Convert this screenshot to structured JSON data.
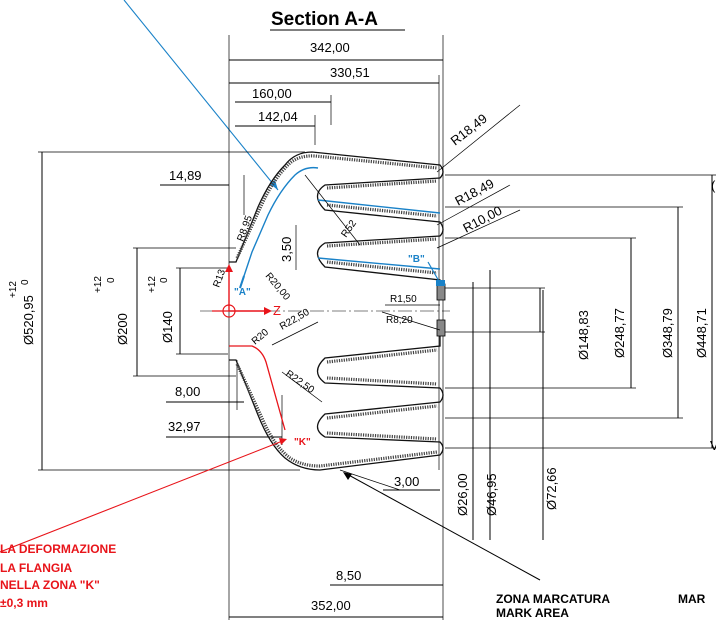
{
  "title": "Section A-A",
  "colors": {
    "red": "#e8141a",
    "blue": "#1a82c8",
    "line": "#000000"
  },
  "dims": {
    "d342": "342,00",
    "d330": "330,51",
    "d160": "160,00",
    "d142": "142,04",
    "d14_89": "14,89",
    "r8_95": "R8,95",
    "d3_50": "3,50",
    "r52": "R52",
    "r13": "R13",
    "r20_00": "R20,00",
    "r18_49_top": "R18,49",
    "r18_49": "R18,49",
    "r10": "R10,00",
    "r1_50": "R1,50",
    "r8_20": "R8,20",
    "r20": "R20",
    "r22_50a": "R22,50",
    "r22_50b": "R22,50",
    "d8_00": "8,00",
    "d32_97": "32,97",
    "d3_00": "3,00",
    "d8_50": "8,50",
    "d352": "352,00",
    "dia520": "Ø520,95",
    "dia200": "Ø200",
    "dia140": "Ø140",
    "dia148": "Ø148,83",
    "dia248": "Ø248,77",
    "dia348": "Ø348,79",
    "dia448": "Ø448,71",
    "dia26": "Ø26,00",
    "dia46": "Ø46,95",
    "dia72": "Ø72,66",
    "tol_plus": "+12",
    "tol_zero": "0",
    "axis_z": "Z"
  },
  "labels": {
    "pt_a": "\"A\"",
    "pt_b": "\"B\"",
    "pt_k": "\"K\""
  },
  "note_red": [
    "LA DEFORMAZIONE",
    "LA FLANGIA",
    "NELLA ZONA \"K\"",
    "±0,3 mm"
  ],
  "mark_area": {
    "line1": "ZONA MARCATURA",
    "line2": "MARK AREA",
    "line1_right": "MAR"
  },
  "edge_marks": {
    "upper": "(",
    "lower": "V"
  }
}
